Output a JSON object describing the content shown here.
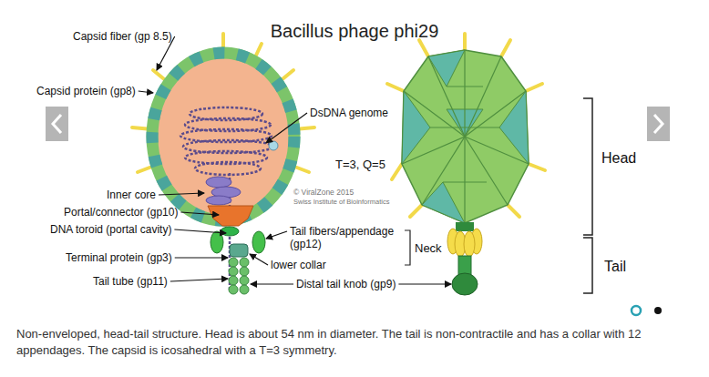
{
  "diagram": {
    "title": "Bacillus phage phi29",
    "caption": "Non-enveloped, head-tail structure. Head is about 54 nm in diameter. The tail is non-contractile and has a collar with 12 appendages. The capsid is icosahedral with a T=3 symmetry.",
    "labels": [
      "Capsid fiber (gp 8.5)",
      "Capsid protein (gp8)",
      "DsDNA genome",
      "T=3, Q=5",
      "© ViralZone 2015",
      "Swiss Institute of Bioinformatics",
      "Inner core",
      "Portal/connector (gp10)",
      "DNA toroid (portal cavity)",
      "Tail fibers/appendage (gp12)",
      "Terminal protein (gp3)",
      "lower collar",
      "Tail tube (gp11)",
      "Distal tail knob (gp9)",
      "Neck",
      "Head",
      "Tail"
    ]
  }
}
